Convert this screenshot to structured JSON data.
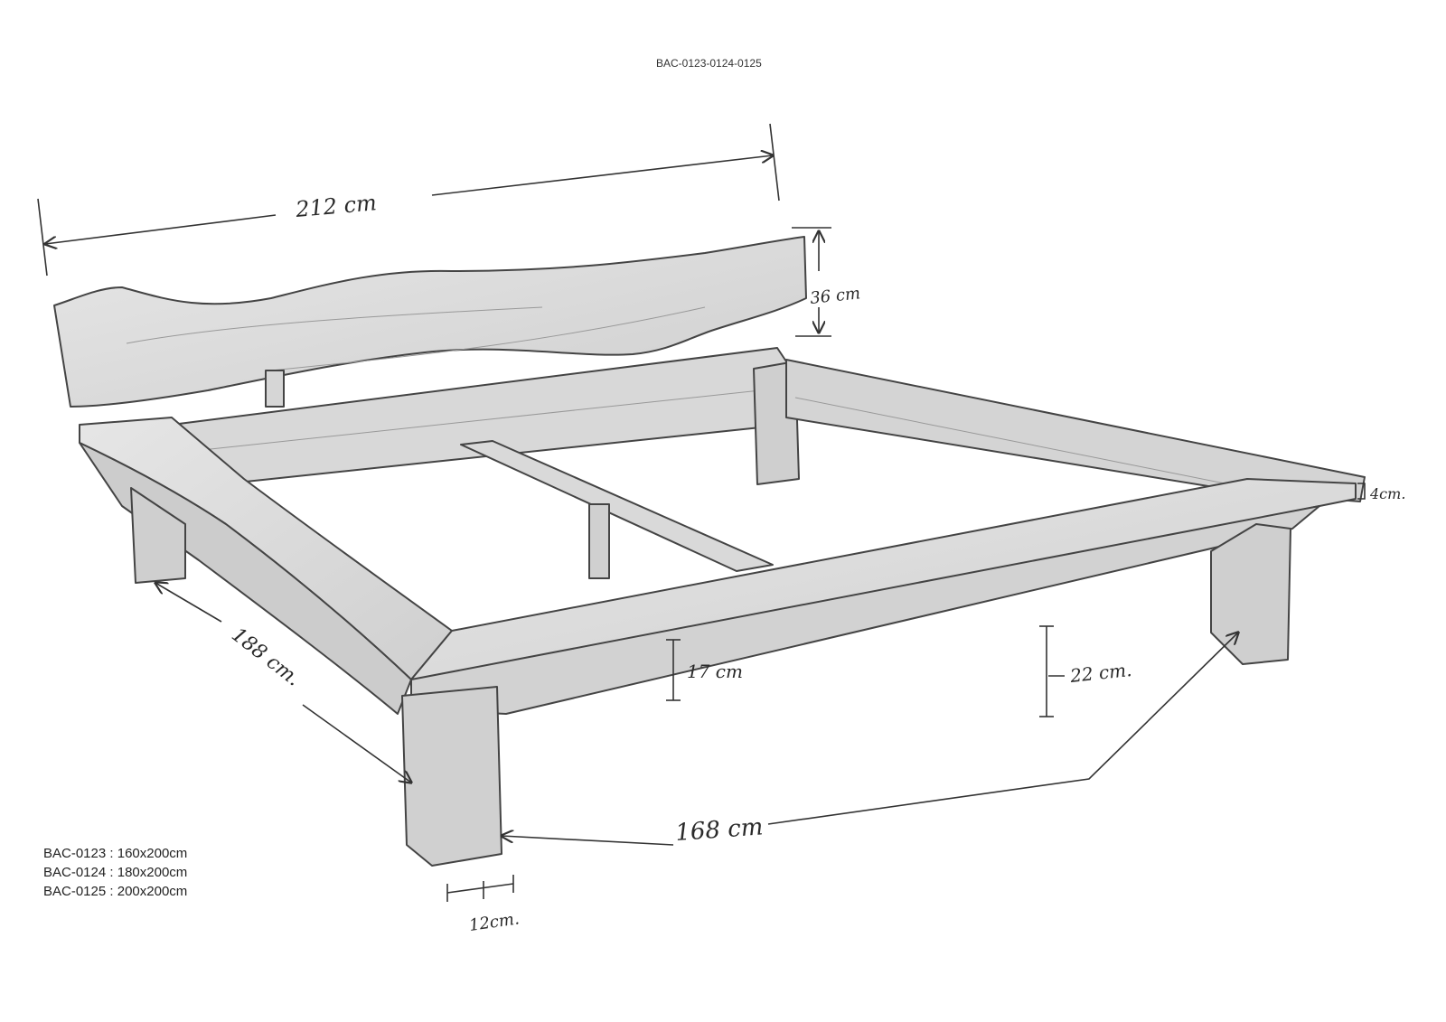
{
  "header": {
    "product_codes": "BAC-0123-0124-0125"
  },
  "dimensions": {
    "overall_length": "212 cm",
    "headboard_height": "36 cm",
    "frame_thickness": "4cm.",
    "side_length": "188 cm.",
    "rail_height": "17 cm",
    "leg_height": "22 cm.",
    "overall_width": "168 cm",
    "leg_width": "12cm."
  },
  "sizes": [
    {
      "code": "BAC-0123",
      "separator": ":",
      "size": "160x200cm"
    },
    {
      "code": "BAC-0124",
      "separator": ":",
      "size": "180x200cm"
    },
    {
      "code": "BAC-0125",
      "separator": ":",
      "size": "200x200cm"
    }
  ],
  "colors": {
    "wood_fill": "#dcdcdc",
    "wood_dark": "#bdbdbd",
    "line": "#444444"
  }
}
